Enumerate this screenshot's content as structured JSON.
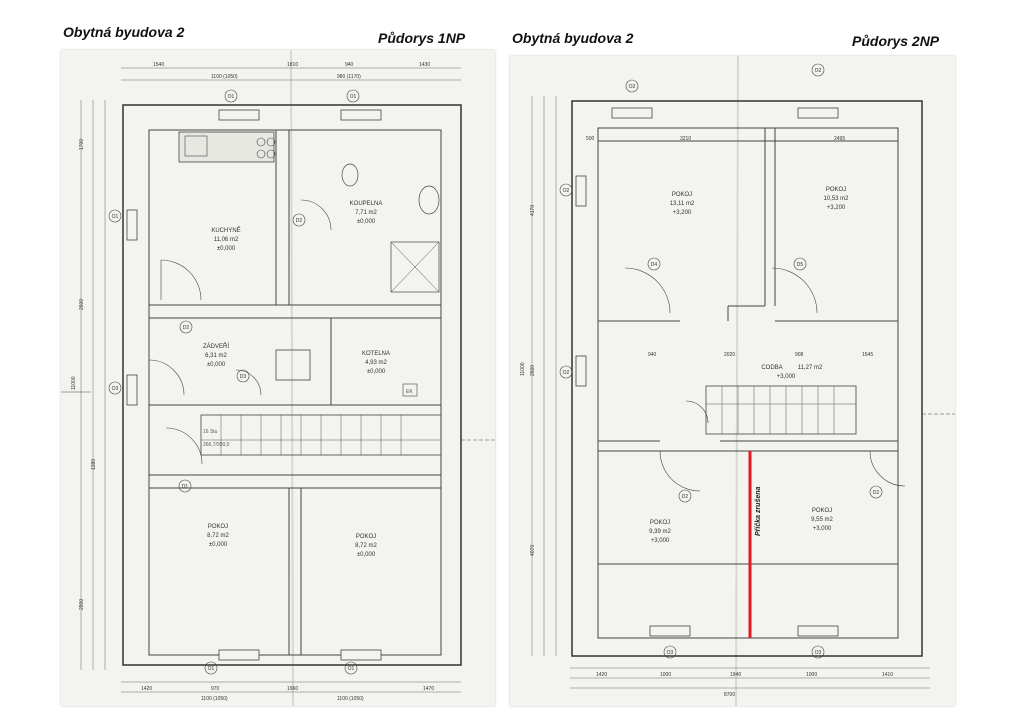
{
  "left_sheet": {
    "building": "Obytná byudova 2",
    "plan": "Půdorys 1NP",
    "rooms": [
      {
        "name": "KUCHYNĚ",
        "area": "11,06 m2",
        "level": "±0,000"
      },
      {
        "name": "KOUPELNA",
        "area": "7,71 m2",
        "level": "±0,000"
      },
      {
        "name": "ZÁDVEŘÍ",
        "area": "6,31 m2",
        "level": "±0,000"
      },
      {
        "name": "KOTELNA",
        "area": "4,93 m2",
        "level": "±0,000"
      },
      {
        "name": "POKOJ",
        "area": "8,72 m2",
        "level": "±0,000"
      },
      {
        "name": "POKOJ",
        "area": "8,72 m2",
        "level": "±0,000"
      }
    ],
    "top_dims": [
      "1540",
      "1100 (1050)",
      "1810",
      "940",
      "1430",
      "980 (1170)"
    ],
    "bottom_dims": [
      "1420",
      "970",
      "1960",
      "1470",
      "1100 (1050)",
      "1100 (1050)"
    ],
    "left_dims": [
      "1700",
      "2600",
      "2900",
      "11000",
      "1380"
    ],
    "window_tags": [
      "O1",
      "O1",
      "O1",
      "O1",
      "O1",
      "O3"
    ],
    "door_tags": [
      "D2",
      "D3",
      "D2",
      "D1"
    ],
    "marks": [
      "EK",
      "16 Stu",
      "266,7/200,0"
    ]
  },
  "right_sheet": {
    "building": "Obytná byudova 2",
    "plan": "Půdorys 2NP",
    "rooms": [
      {
        "name": "POKOJ",
        "area": "13,11 m2",
        "level": "+3,200"
      },
      {
        "name": "POKOJ",
        "area": "10,53 m2",
        "level": "+3,200"
      },
      {
        "name": "CODBA",
        "area": "11,27 m2",
        "level": "+3,000"
      },
      {
        "name": "POKOJ",
        "area": "9,39 m2",
        "level": "+3,000"
      },
      {
        "name": "POKOJ",
        "area": "9,55 m2",
        "level": "+3,000"
      }
    ],
    "top_dims": [
      "3210",
      "2495",
      "500"
    ],
    "mid_dims": [
      "940",
      "2020",
      "908",
      "1545"
    ],
    "bottom_dims": [
      "1420",
      "1000",
      "1940",
      "1000",
      "1410",
      "8700"
    ],
    "left_dims": [
      "4170",
      "2600",
      "4070",
      "11000"
    ],
    "window_tags": [
      "O2",
      "O2",
      "O2",
      "O2",
      "O3",
      "O3"
    ],
    "door_tags": [
      "D4",
      "D5",
      "D2",
      "D2"
    ],
    "removed_wall_label": "Příčka zrušena",
    "removed_wall_color": "#e01b24"
  }
}
